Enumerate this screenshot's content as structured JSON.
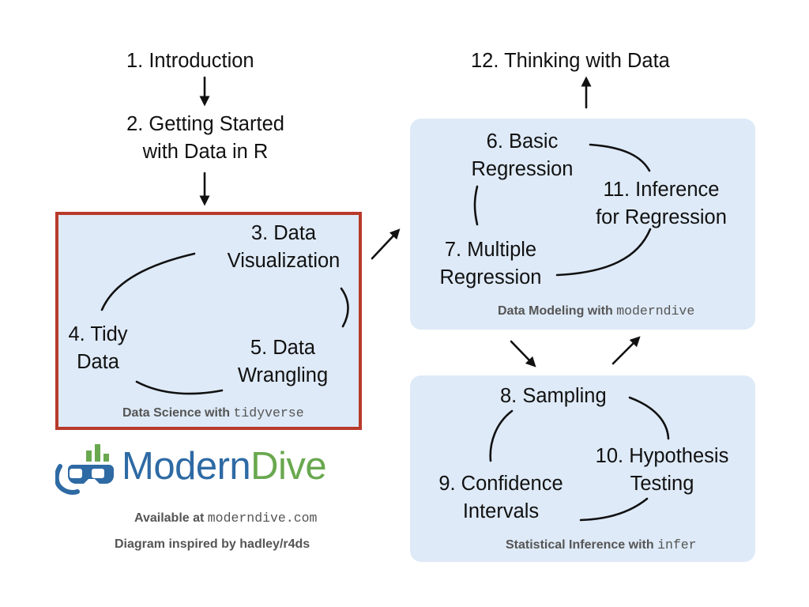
{
  "nodes": {
    "n1": "1. Introduction",
    "n2": [
      "2. Getting Started",
      "with Data in R"
    ],
    "n3": [
      "3. Data",
      "Visualization"
    ],
    "n4": [
      "4. Tidy",
      "Data"
    ],
    "n5": [
      "5. Data",
      "Wrangling"
    ],
    "n6": [
      "6. Basic",
      "Regression"
    ],
    "n7": [
      "7. Multiple",
      "Regression"
    ],
    "n8": "8. Sampling",
    "n9": [
      "9. Confidence",
      "Intervals"
    ],
    "n10": [
      "10. Hypothesis",
      "Testing"
    ],
    "n11": [
      "11. Inference",
      "for Regression"
    ],
    "n12": "12. Thinking with Data"
  },
  "groups": {
    "data_science": {
      "prefix": "Data Science with ",
      "pkg": "tidyverse"
    },
    "data_modeling": {
      "prefix": "Data Modeling with ",
      "pkg": "moderndive"
    },
    "stat_inference": {
      "prefix": "Statistical Inference with ",
      "pkg": "infer"
    }
  },
  "logo": {
    "part1": "Modern",
    "part2": "Dive"
  },
  "footer": {
    "available_prefix": "Available at ",
    "available_url": "moderndive.com",
    "inspired": "Diagram inspired by hadley/r4ds"
  },
  "colors": {
    "box_fill": "#deeaf7",
    "highlight_border": "#b83a2b",
    "logo_blue": "#2e6aa4",
    "logo_green": "#69a84f",
    "caption_gray": "#555555"
  }
}
